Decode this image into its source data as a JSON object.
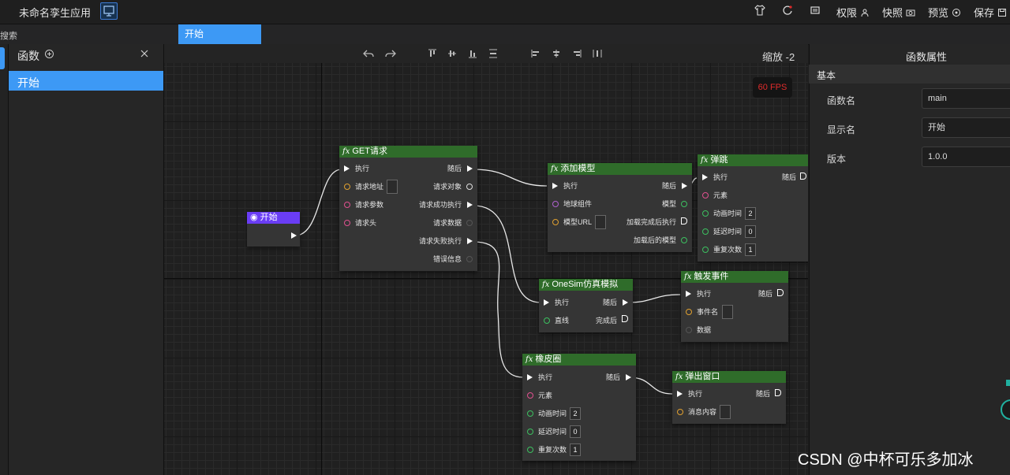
{
  "app": {
    "title": "未命名孪生应用"
  },
  "toolbar": {
    "permissions_label": "权限",
    "snapshot_label": "快照",
    "preview_label": "预览",
    "save_label": "保存"
  },
  "search": {
    "label": "搜索"
  },
  "tabs": [
    {
      "label": "开始"
    }
  ],
  "functions_panel": {
    "title": "函数",
    "items": [
      {
        "label": "开始"
      }
    ]
  },
  "canvas": {
    "zoom_label": "缩放 -2",
    "fps": "60 FPS"
  },
  "nodes": {
    "start": {
      "title": "开始"
    },
    "get": {
      "title": "GET请求",
      "ports": {
        "exec": "执行",
        "url": "请求地址",
        "params": "请求参数",
        "headers": "请求头",
        "then": "随后",
        "req_obj": "请求对象",
        "on_success": "请求成功执行",
        "data": "请求数据",
        "on_fail": "请求失败执行",
        "error": "错误信息"
      }
    },
    "add_model": {
      "title": "添加模型",
      "ports": {
        "exec": "执行",
        "earth": "地球组件",
        "model_url": "模型URL",
        "then": "随后",
        "model": "模型",
        "on_loaded": "加载完成后执行",
        "loaded_model": "加载后的模型"
      }
    },
    "bounce": {
      "title": "弹跳",
      "ports": {
        "exec": "执行",
        "element": "元素",
        "duration": "动画时间",
        "delay": "延迟时间",
        "repeat": "重复次数",
        "then": "随后"
      },
      "values": {
        "duration": "2",
        "delay": "0",
        "repeat": "1"
      }
    },
    "onesim": {
      "title": "OneSim仿真模拟",
      "ports": {
        "exec": "执行",
        "line": "直线",
        "then": "随后",
        "done": "完成后"
      }
    },
    "trigger": {
      "title": "触发事件",
      "ports": {
        "exec": "执行",
        "event_name": "事件名",
        "data": "数据",
        "then": "随后"
      }
    },
    "rubber": {
      "title": "橡皮圈",
      "ports": {
        "exec": "执行",
        "element": "元素",
        "duration": "动画时间",
        "delay": "延迟时间",
        "repeat": "重复次数",
        "then": "随后"
      },
      "values": {
        "duration": "2",
        "delay": "0",
        "repeat": "1"
      }
    },
    "popup": {
      "title": "弹出窗口",
      "ports": {
        "exec": "执行",
        "message": "消息内容",
        "then": "随后"
      }
    }
  },
  "properties": {
    "title": "函数属性",
    "section": "基本",
    "fields": [
      {
        "label": "函数名",
        "value": "main"
      },
      {
        "label": "显示名",
        "value": "开始"
      },
      {
        "label": "版本",
        "value": "1.0.0"
      }
    ]
  },
  "watermark": "CSDN @中杯可乐多加冰",
  "colors": {
    "accent": "#3d99f5",
    "node_header": "#2f6c2a",
    "start_header": "#6a3df5",
    "fps_text": "#e02b2b"
  }
}
